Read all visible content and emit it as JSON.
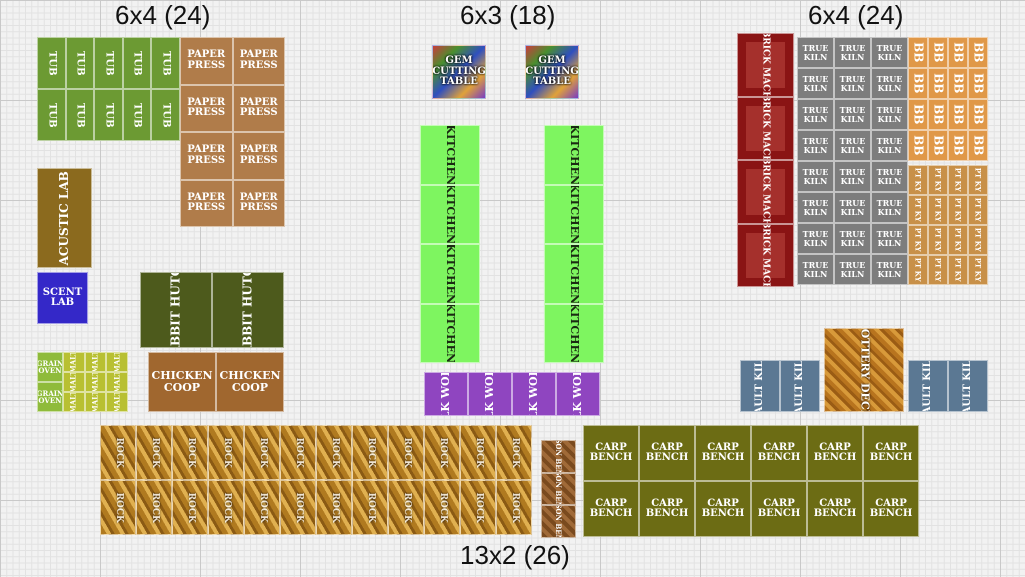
{
  "labels": {
    "top_left": "6x4 (24)",
    "top_middle": "6x3 (18)",
    "top_right": "6x4 (24)",
    "bottom": "13x2 (26)"
  },
  "stations": {
    "tub": "TUB",
    "paper_press": "PAPER PRESS",
    "acustic_lab": "ACUSTIC LAB",
    "scent_lab": "SCENT LAB",
    "rabbit_hutch": "RABBIT HUTCH",
    "grain_oven": "GRAIN OVEN",
    "malt": "MALT",
    "chicken_coop": "CHICKEN COOP",
    "gem_cutting_table": "GEM CUTTING TABLE",
    "kitchen": "KITCHEN",
    "silk_worm": "SILK WORM",
    "brick_mach": "BRICK MACH",
    "true_kiln": "TRUE KILN",
    "bb": "BB",
    "pt_ky": "PT KY",
    "vault_kiln": "VAULT KILN",
    "pottery_deck": "POTTERY DECK",
    "rock": "ROCK",
    "mason_bench": "MASON BENCH",
    "carp_bench": "CARP BENCH"
  }
}
